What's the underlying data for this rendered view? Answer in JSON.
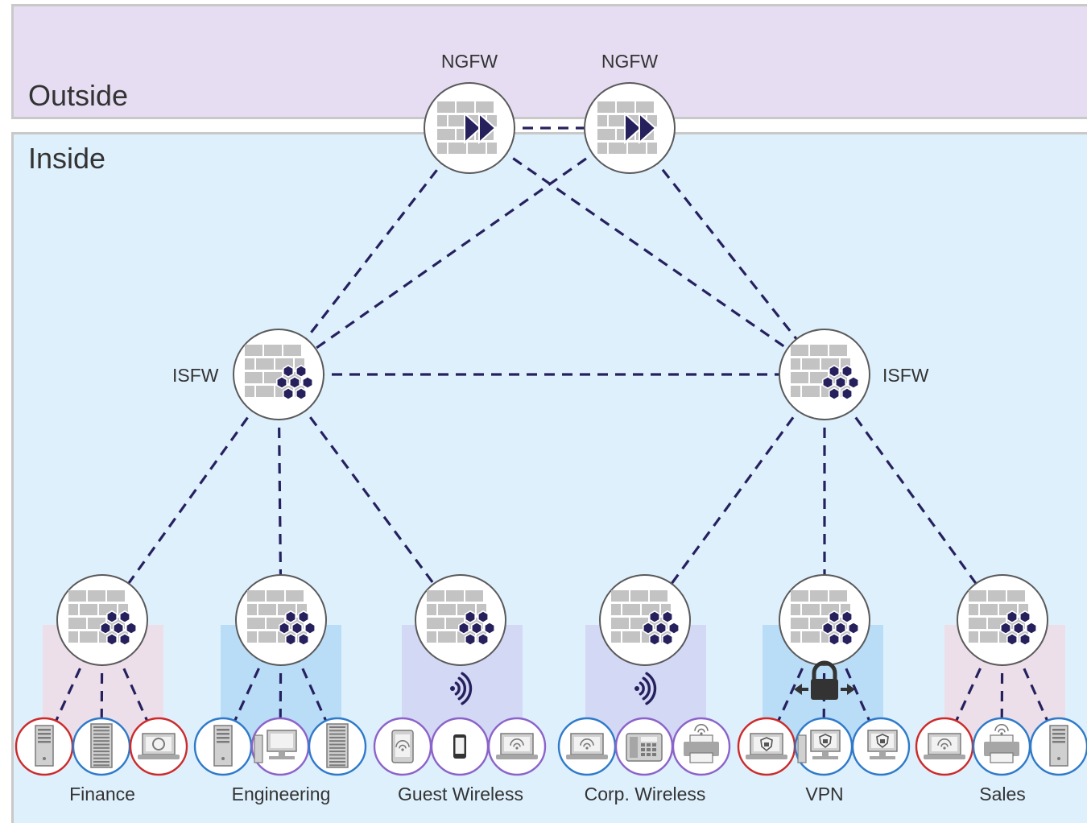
{
  "zones": {
    "outside": "Outside",
    "inside": "Inside"
  },
  "ngfw": {
    "left_label": "NGFW",
    "right_label": "NGFW"
  },
  "isfw": {
    "left_label": "ISFW",
    "right_label": "ISFW"
  },
  "segments": [
    {
      "name": "Finance",
      "tint": "#ecdfe9"
    },
    {
      "name": "Engineering",
      "tint": "#b9dcf7"
    },
    {
      "name": "Guest Wireless",
      "tint": "#d3d8f5"
    },
    {
      "name": "Corp. Wireless",
      "tint": "#d3d8f5"
    },
    {
      "name": "VPN",
      "tint": "#b9dcf7"
    },
    {
      "name": "Sales",
      "tint": "#ecdfe9"
    }
  ],
  "colors": {
    "link": "#25215e",
    "firewall_brick": "#c3c3c3",
    "accent": "#26205c",
    "ring_red": "#cc2b2b",
    "ring_blue": "#2f7ac9",
    "ring_purple": "#8c63c9"
  },
  "devices": [
    [
      "server-tower",
      "server-rack",
      "laptop-disc"
    ],
    [
      "server-tower",
      "desktop-pc",
      "server-rack"
    ],
    [
      "tablet-wifi",
      "smartphone",
      "laptop-wifi"
    ],
    [
      "laptop-wifi",
      "ip-phone",
      "printer-wifi"
    ],
    [
      "laptop-secure",
      "desktop-secure",
      "monitor-secure"
    ],
    [
      "laptop-wifi",
      "printer-wifi",
      "server-tower"
    ]
  ],
  "device_rings": [
    [
      "red",
      "blue",
      "red"
    ],
    [
      "blue",
      "purple",
      "blue"
    ],
    [
      "purple",
      "purple",
      "purple"
    ],
    [
      "blue",
      "purple",
      "purple"
    ],
    [
      "red",
      "blue",
      "blue"
    ],
    [
      "red",
      "blue",
      "blue"
    ]
  ],
  "segment_icons": [
    "",
    "",
    "wireless-icon",
    "wireless-icon",
    "vpn-lock-icon",
    ""
  ]
}
